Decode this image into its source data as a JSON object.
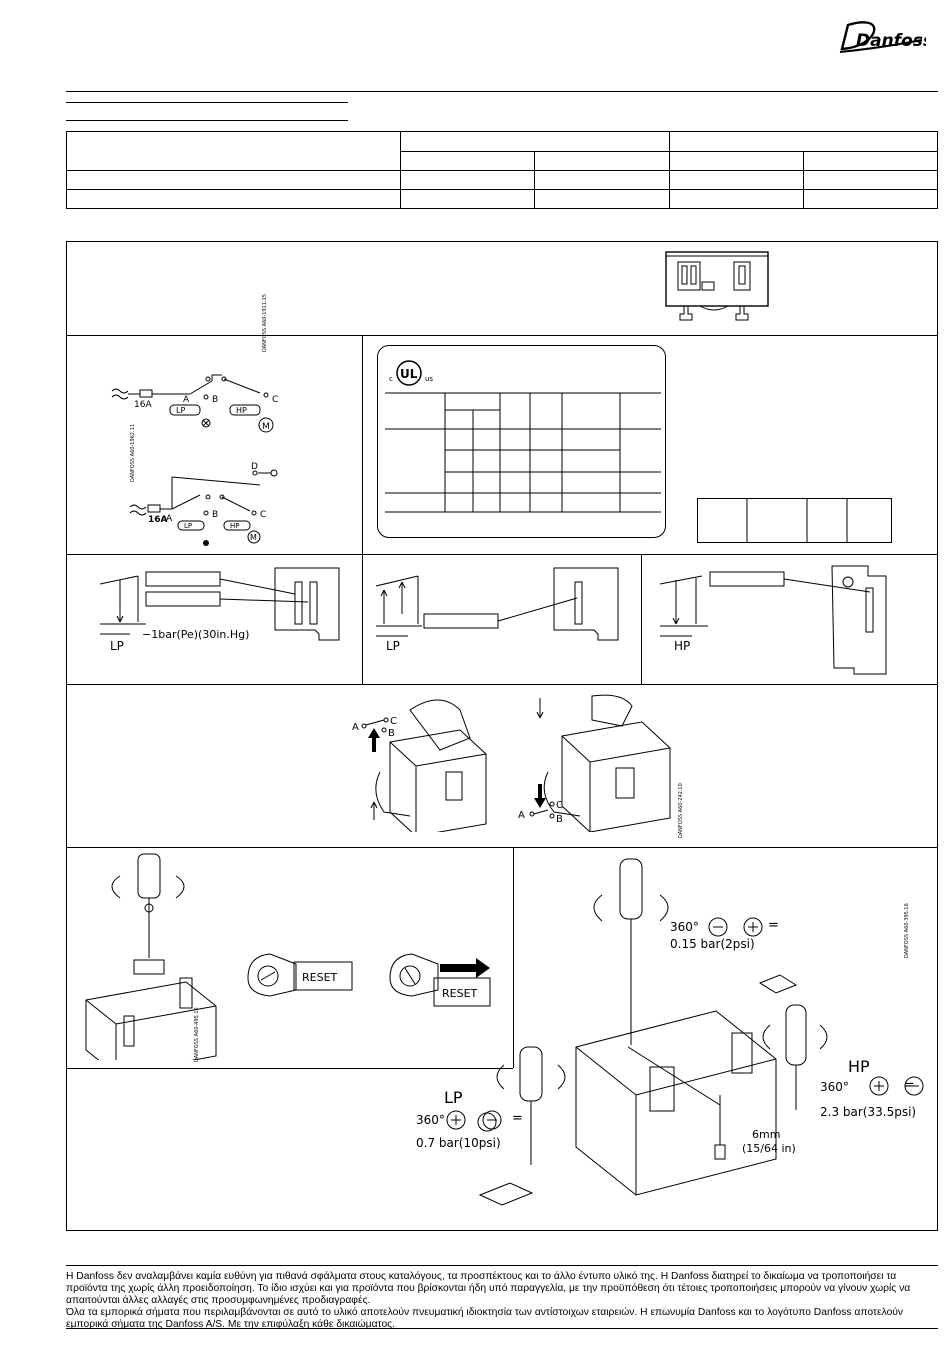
{
  "header": {
    "brand": "Danfoss",
    "logo_icon": "danfoss-logo"
  },
  "wiring": {
    "fuse_label": "16A",
    "terminals": [
      "A",
      "B",
      "C",
      "D"
    ],
    "lp_tag": "LP",
    "hp_tag": "HP",
    "motor_tag": "M",
    "code_1": "DANFOSS A60-1911.15",
    "code_2": "DANFOSS A60-1962.11"
  },
  "ul": {
    "mark_c": "c",
    "mark_ul": "UL",
    "mark_us": "us"
  },
  "settings": {
    "lp_label": "LP",
    "hp_label": "HP",
    "lp_vacuum": "−1bar(Pe)(30in.Hg)"
  },
  "reset": {
    "terminal_a": "A",
    "terminal_b": "B",
    "terminal_c": "C",
    "code": "DANFOSS A60-242.10",
    "reset_label": "RESET",
    "code_screw": "DANFOSS A60-495.12"
  },
  "adjust": {
    "code": "DANFOSS A60-395.16",
    "lp_label": "LP",
    "hp_label": "HP",
    "deg": "360°",
    "eq": "=",
    "diff_value": "0.15  bar(2psi)",
    "lp_value": "0.7  bar(10psi)",
    "hp_value": "2.3  bar(33.5psi)",
    "pin_size": "6mm",
    "pin_size_in": "(15/64 in)"
  },
  "footer": {
    "line1": "Η Danfoss δεν αναλαμβάνει καμία ευθύνη για πιθανά σφάλματα στους καταλόγους, τα προσπέκτους και το άλλο έντυπο υλικό της. Η Danfoss διατηρεί το δικαίωμα να τροποποιήσει τα προϊόντα της χωρίς άλλη προειδοποίηση. Το ίδιο ισχύει και για προϊόντα που βρίσκονται ήδη υπό παραγγελία, με την προϋπόθεση ότι τέτοιες τροποποιήσεις μπορούν να γίνουν χωρίς να απαιτούνται άλλες αλλαγές στις προσυμφωνημένες προδιαγραφές.",
    "line2": "Όλα τα εμπορικά σήματα που περιλαμβάνονται σε αυτό το υλικό αποτελούν πνευματική ιδιοκτησία των αντίστοιχων εταιρειών. Η επωνυμία Danfoss και το λογότυπο Danfoss αποτελούν εμπορικά σήματα της Danfoss A/S. Με την επιφύλαξη κάθε δικαιώματος."
  }
}
